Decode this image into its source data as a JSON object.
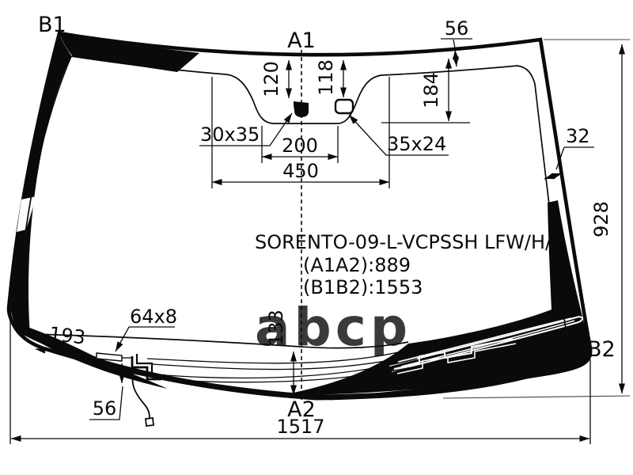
{
  "diagram": {
    "part_code": "SORENTO-09-L-VCPSSH LFW/H/X",
    "diagonal_a1a2": "(A1A2):889",
    "diagonal_b1b2": "(B1B2):1553",
    "corner_labels": {
      "top_left": "B1",
      "top_center": "A1",
      "bottom_center": "A2",
      "bottom_right": "B2"
    },
    "dimensions": {
      "top_edge_to_band": "56",
      "mirror_bracket_offset": "120",
      "sensor_offset": "118",
      "band_depth": "184",
      "mirror_bracket_size": "30x35",
      "sensor_size": "35x24",
      "bracket_sensor_span": "200",
      "cutout_span": "450",
      "edge_band_width": "32",
      "glass_height": "928",
      "wire_offset": "133",
      "connector_pad_size": "64x8",
      "pad_to_edge": "193",
      "pad_to_bottom": "56",
      "glass_width": "1517"
    }
  },
  "watermark": {
    "text": "abcp",
    "color": "#bdbdbd"
  },
  "colors": {
    "line": "#000000",
    "background": "#ffffff"
  }
}
